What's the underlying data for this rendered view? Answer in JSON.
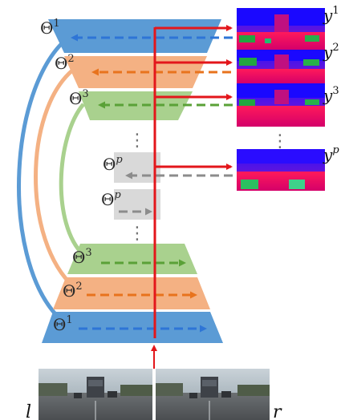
{
  "colors": {
    "blue": "#5b9bd5",
    "blue_arrow": "#2e75d6",
    "orange": "#f4b183",
    "orange_arrow": "#e8731d",
    "green": "#a9d18e",
    "green_arrow": "#5aa137",
    "gray": "#d9d9d9",
    "gray_arrow": "#8c8c8c",
    "red": "#e3161b"
  },
  "decoder_levels": [
    {
      "theta": "Θ",
      "index": "1",
      "color": "blue"
    },
    {
      "theta": "Θ",
      "index": "2",
      "color": "orange"
    },
    {
      "theta": "Θ",
      "index": "3",
      "color": "green"
    },
    {
      "theta": "Θ",
      "index": "p",
      "color": "gray"
    }
  ],
  "encoder_levels": [
    {
      "theta": "Θ",
      "index": "p",
      "color": "gray"
    },
    {
      "theta": "Θ",
      "index": "3",
      "color": "green"
    },
    {
      "theta": "Θ",
      "index": "2",
      "color": "orange"
    },
    {
      "theta": "Θ",
      "index": "1",
      "color": "blue"
    }
  ],
  "outputs": [
    {
      "symbol": "y",
      "index": "1"
    },
    {
      "symbol": "y",
      "index": "2"
    },
    {
      "symbol": "y",
      "index": "3"
    },
    {
      "symbol": "y",
      "index": "p"
    }
  ],
  "inputs": {
    "left_label": "l",
    "right_label": "r"
  },
  "ellipsis": "⋮"
}
